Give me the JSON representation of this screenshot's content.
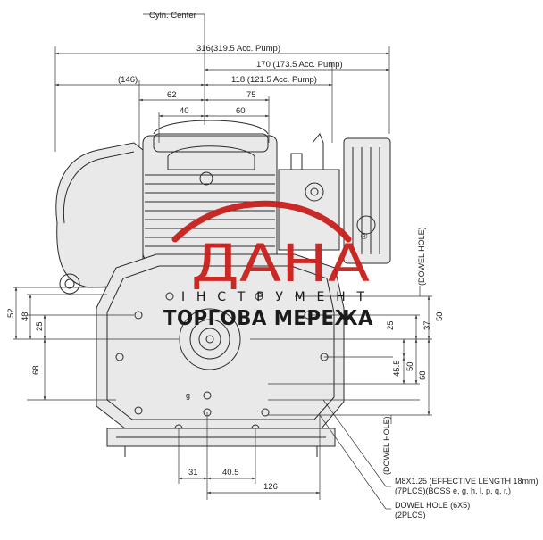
{
  "top": {
    "cyl_center": "Cyln. Center",
    "d316": "316(319.5 Acc. Pump)",
    "d170": "170 (173.5 Acc. Pump)",
    "d146": "(146)",
    "d118": "118 (121.5 Acc. Pump)",
    "d62": "62",
    "d75": "75",
    "d40": "40",
    "d60": "60"
  },
  "left": {
    "d52": "52",
    "d48": "48",
    "d25": "25",
    "d68": "68"
  },
  "right": {
    "dowel_top": "(DOWEL HOLE)",
    "d50a": "50",
    "d37": "37",
    "d25": "25",
    "d45_5": "45.5",
    "d50b": "50",
    "d68": "68",
    "dowel_bottom": "(DOWEL HOLE)"
  },
  "bottom": {
    "d31": "31",
    "d40_5": "40.5",
    "d126": "126"
  },
  "notes": {
    "m8_line1": "M8X1.25 (EFFECTIVE LENGTH 18mm)",
    "m8_line2": "(7PLCS)(BOSS e, g, h, l, p, q, r,)",
    "dowel_line1": "DOWEL HOLE (6X5)",
    "dowel_line2": "(2PLCS)"
  },
  "engine_labels": {
    "g": "g"
  },
  "watermark": {
    "letters": "ДАНА",
    "line1": "ІНСТРУМЕНТ",
    "line2": "ТОРГОВА МЕРЕЖА",
    "registered": "®",
    "colors": {
      "red": "#c8201c",
      "dark": "#111111"
    }
  }
}
